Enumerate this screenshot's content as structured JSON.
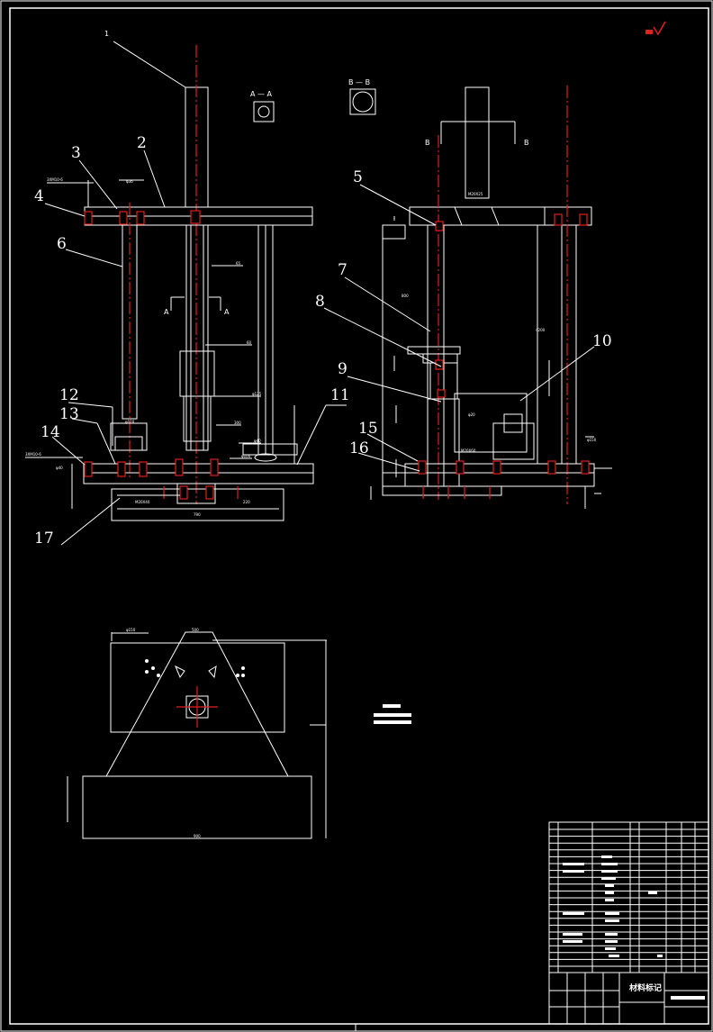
{
  "drawing": {
    "part_labels": [
      "1",
      "2",
      "3",
      "4",
      "5",
      "6",
      "7",
      "8",
      "9",
      "10",
      "11",
      "12",
      "13",
      "14",
      "15",
      "16",
      "17"
    ],
    "section_a": "A — A",
    "section_b": "B — B",
    "cut_a": "A",
    "cut_b": "B",
    "title_block": {
      "material_label": "材料标记"
    }
  },
  "colors": {
    "background": "#000000",
    "line": "#ffffff",
    "centerline": "#e0201c"
  }
}
